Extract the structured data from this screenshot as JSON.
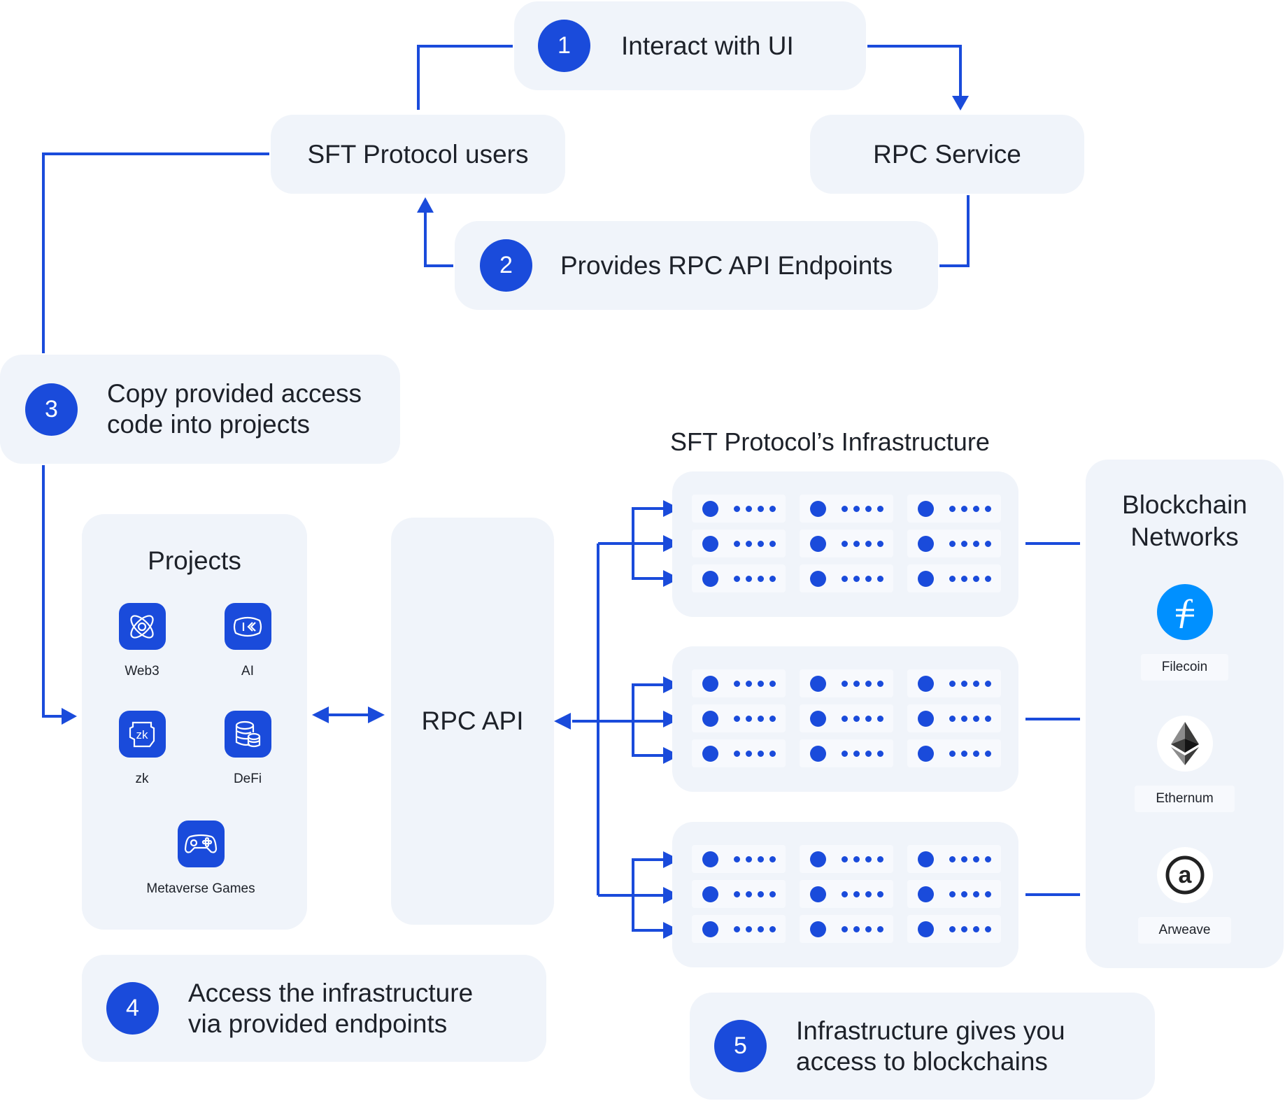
{
  "colors": {
    "accent": "#1a4bdb",
    "panel": "#f0f4fa",
    "filecoin": "#0090ff"
  },
  "steps": [
    {
      "number": "1",
      "text": [
        "Interact with UI"
      ]
    },
    {
      "number": "2",
      "text": [
        "Provides RPC API Endpoints"
      ]
    },
    {
      "number": "3",
      "text": [
        "Copy provided access",
        "code into projects"
      ]
    },
    {
      "number": "4",
      "text": [
        "Access the infrastructure",
        "via provided endpoints"
      ]
    },
    {
      "number": "5",
      "text": [
        "Infrastructure gives you",
        "access to blockchains"
      ]
    }
  ],
  "nodes": {
    "users": "SFT Protocol users",
    "rpc_service": "RPC Service",
    "rpc_api": "RPC API",
    "infrastructure_title": "SFT Protocol’s Infrastructure"
  },
  "projects": {
    "title": "Projects",
    "items": [
      {
        "label": "Web3",
        "icon": "atom-icon"
      },
      {
        "label": "AI",
        "icon": "ai-icon"
      },
      {
        "label": "zk",
        "icon": "zk-icon"
      },
      {
        "label": "DeFi",
        "icon": "database-icon"
      },
      {
        "label": "Metaverse Games",
        "icon": "gamepad-icon"
      }
    ]
  },
  "blockchains": {
    "title_lines": [
      "Blockchain",
      "Networks"
    ],
    "items": [
      {
        "label": "Filecoin",
        "icon": "filecoin-icon"
      },
      {
        "label": "Ethernum",
        "icon": "ethereum-icon"
      },
      {
        "label": "Arweave",
        "icon": "arweave-icon"
      }
    ]
  }
}
